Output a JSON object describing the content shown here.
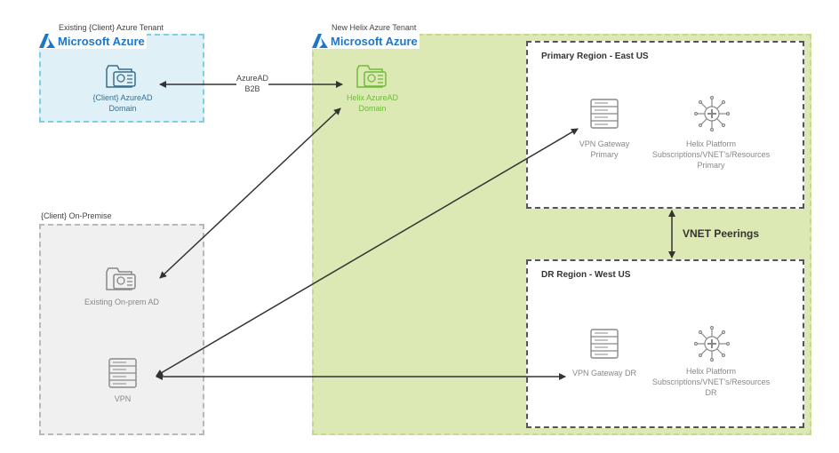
{
  "client_tenant": {
    "label": "Existing {Client} Azure Tenant",
    "logo_text": "Microsoft Azure",
    "ad_line1": "{Client} AzureAD",
    "ad_line2": "Domain"
  },
  "helix_tenant": {
    "label": "New Helix Azure Tenant",
    "logo_text": "Microsoft Azure",
    "ad_line1": "Helix AzureAD",
    "ad_line2": "Domain"
  },
  "b2b": {
    "line1": "AzureAD",
    "line2": "B2B"
  },
  "onprem": {
    "label": "{Client} On-Premise",
    "ad_label": "Existing On-prem AD",
    "vpn_label": "VPN"
  },
  "primary_region": {
    "title": "Primary Region - East US",
    "gateway_line1": "VPN Gateway",
    "gateway_line2": "Primary",
    "platform_line1": "Helix Platform",
    "platform_line2": "Subscriptions/VNET's/Resources",
    "platform_line3": "Primary"
  },
  "dr_region": {
    "title": "DR Region - West US",
    "gateway_line1": "VPN Gateway DR",
    "platform_line1": "Helix Platform",
    "platform_line2": "Subscriptions/VNET's/Resources",
    "platform_line3": "DR"
  },
  "vnet_peerings": "VNET Peerings",
  "colors": {
    "azure_blue": "#1d77c8",
    "helix_green": "#6fba3c",
    "helix_bg": "#dde9b4",
    "client_bg": "#dff1f7",
    "onprem_bg": "#f0f0f0"
  }
}
